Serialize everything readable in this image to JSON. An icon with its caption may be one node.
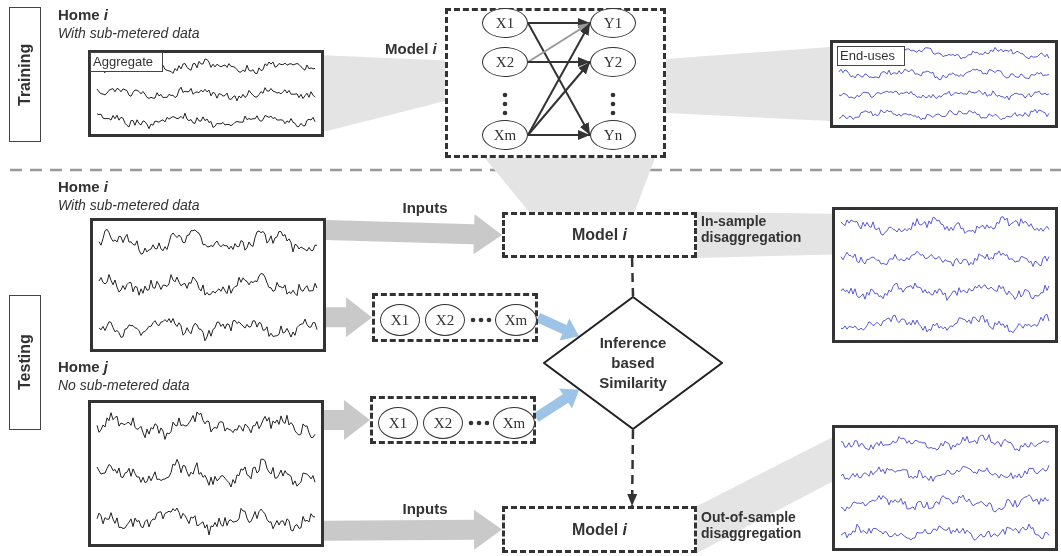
{
  "diagram": {
    "nodes": [
      {
        "text": [
          "Training"
        ]
      },
      {
        "text": [
          "Home *i*",
          "With sub-metered data"
        ]
      },
      {
        "text": [
          "Aggregate"
        ],
        "in": 1
      },
      {
        "text": [
          "Model *i*"
        ]
      },
      {
        "text": [
          "X1"
        ],
        "in": 3
      },
      {
        "text": [
          "X2"
        ],
        "in": 3
      },
      {
        "text": [
          "Xm"
        ],
        "in": 3
      },
      {
        "text": [
          "Y1"
        ],
        "in": 3
      },
      {
        "text": [
          "Y2"
        ],
        "in": 3
      },
      {
        "text": [
          "Yn"
        ],
        "in": 3
      },
      {
        "text": [],
        "shape": "picture"
      },
      {
        "text": [
          "End-uses"
        ],
        "in": 10
      },
      {
        "text": [
          "Testing"
        ]
      },
      {
        "text": [
          "Home *i*",
          "With sub-metered data"
        ]
      },
      {
        "text": [
          "Model *i*"
        ]
      },
      {
        "text": [],
        "shape": "box"
      },
      {
        "text": [
          "X1"
        ],
        "in": 15
      },
      {
        "text": [
          "X2"
        ],
        "in": 15
      },
      {
        "text": [
          "Xm"
        ],
        "in": 15
      },
      {
        "text": [
          "Inference based Similarity"
        ]
      },
      {
        "text": [
          "Home *j*",
          "No sub-metered data"
        ]
      },
      {
        "text": [],
        "shape": "box"
      },
      {
        "text": [
          "X1"
        ],
        "in": 21
      },
      {
        "text": [
          "X2"
        ],
        "in": 21
      },
      {
        "text": [
          "Xm"
        ],
        "in": 21
      },
      {
        "text": [
          "Model *i*"
        ]
      },
      {
        "text": [],
        "shape": "picture"
      },
      {
        "text": [],
        "shape": "picture"
      }
    ],
    "edges": [
      {
        "from": 4,
        "to": 7,
        "arrow": "to"
      },
      {
        "from": 4,
        "to": 9,
        "arrow": "to"
      },
      {
        "from": 5,
        "to": 7,
        "arrow": "to",
        "color": "#999999"
      },
      {
        "from": 5,
        "to": 8,
        "arrow": "to"
      },
      {
        "from": 6,
        "to": 7,
        "arrow": "to"
      },
      {
        "from": 6,
        "to": 8,
        "arrow": "to"
      },
      {
        "from": 6,
        "to": 9,
        "arrow": "to"
      },
      {
        "from": 1,
        "to": 3,
        "arrow": "none",
        "style": "thick",
        "color": "#e4e4e4"
      },
      {
        "from": 3,
        "to": 10,
        "arrow": "none",
        "style": "thick",
        "color": "#e4e4e4"
      },
      {
        "from": 3,
        "to": 14,
        "arrow": "none",
        "style": "thick",
        "color": "#e4e4e4"
      },
      {
        "from": 13,
        "to": 14,
        "arrow": "to",
        "label": "Inputs",
        "style": "thick",
        "color": "#c9c9c9"
      },
      {
        "from": 13,
        "to": 15,
        "arrow": "to",
        "style": "thick",
        "color": "#c9c9c9"
      },
      {
        "from": 15,
        "to": 19,
        "arrow": "to",
        "style": "thick",
        "color": "#9dc3e6"
      },
      {
        "from": 14,
        "to": 19,
        "arrow": "none",
        "style": "dashed"
      },
      {
        "from": 20,
        "to": 21,
        "arrow": "to",
        "style": "thick",
        "color": "#c9c9c9"
      },
      {
        "from": 21,
        "to": 19,
        "arrow": "to",
        "style": "thick",
        "color": "#9dc3e6"
      },
      {
        "from": 19,
        "to": 25,
        "arrow": "to",
        "style": "dashed"
      },
      {
        "from": 20,
        "to": 25,
        "arrow": "to",
        "label": "Inputs",
        "style": "thick",
        "color": "#c9c9c9"
      },
      {
        "from": 14,
        "to": 26,
        "arrow": "none",
        "label": "In-sample disaggregation",
        "style": "thick",
        "color": "#e4e4e4"
      },
      {
        "from": 25,
        "to": 27,
        "arrow": "none",
        "label": "Out-of-sample disaggregation",
        "style": "thick",
        "color": "#e4e4e4"
      }
    ]
  }
}
